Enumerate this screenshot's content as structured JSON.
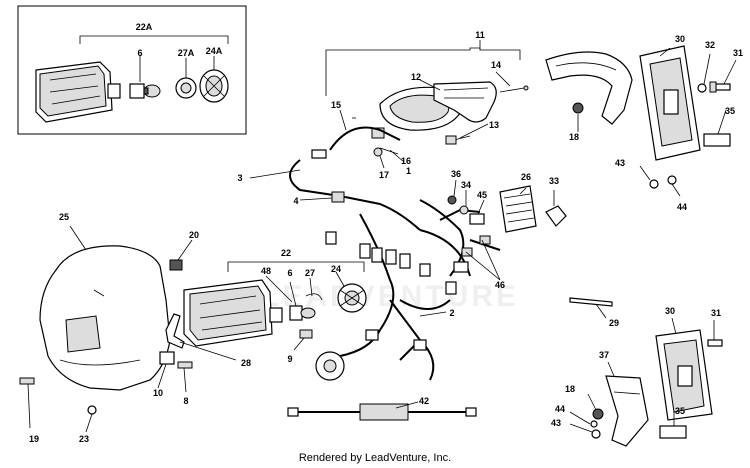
{
  "labels": {
    "l22A": "22A",
    "l6a": "6",
    "l27A": "27A",
    "l24A": "24A",
    "l11": "11",
    "l14": "14",
    "l12": "12",
    "l15": "15",
    "l13": "13",
    "l16": "16",
    "l17": "17",
    "l1": "1",
    "l3": "3",
    "l36": "36",
    "l34": "34",
    "l45": "45",
    "l26": "26",
    "l33": "33",
    "l4": "4",
    "l30a": "30",
    "l32": "32",
    "l31a": "31",
    "l35a": "35",
    "l18a": "18",
    "l43a": "43",
    "l44a": "44",
    "l25": "25",
    "l20": "20",
    "l22": "22",
    "l48": "48",
    "l6b": "6",
    "l27": "27",
    "l24": "24",
    "l46": "46",
    "l2": "2",
    "l29": "29",
    "l9": "9",
    "l28": "28",
    "l10": "10",
    "l8": "8",
    "l19": "19",
    "l23": "23",
    "l42": "42",
    "l30b": "30",
    "l31b": "31",
    "l37": "37",
    "l18b": "18",
    "l44b": "44",
    "l43b": "43",
    "l35b": "35"
  },
  "footer": "Rendered by LeadVenture, Inc."
}
